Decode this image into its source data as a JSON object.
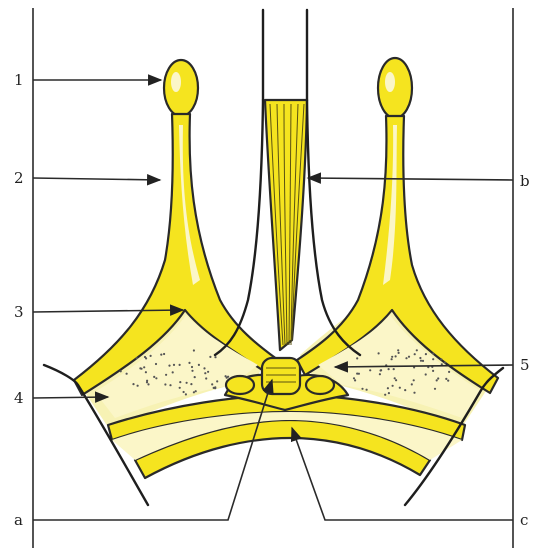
{
  "labels": {
    "left": [
      "1",
      "2",
      "3",
      "4",
      "a"
    ],
    "right": [
      "b",
      "5",
      "c"
    ]
  },
  "colors": {
    "structure_fill": "#f5e41f",
    "pale_fill": "#f7f2b4",
    "outline": "#1e1e1e"
  }
}
